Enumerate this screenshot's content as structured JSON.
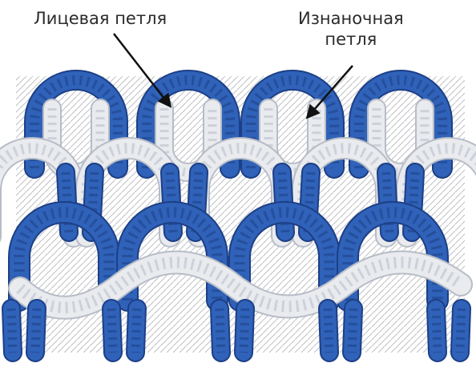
{
  "labels": {
    "knit_stitch": "Лицевая петля",
    "purl_stitch_line1": "Изнаночная",
    "purl_stitch_line2": "петля"
  },
  "colors": {
    "blue_yarn": "#2f62b8",
    "blue_yarn_dark": "#1d3f86",
    "white_yarn": "#e9ebef",
    "white_yarn_shade": "#b7bcc6",
    "backing": "#d9dadd",
    "text": "#2b2b2b"
  },
  "illustration": {
    "subject": "knitted fabric of blue and white yarn loops",
    "rows_of_loops": 4
  }
}
